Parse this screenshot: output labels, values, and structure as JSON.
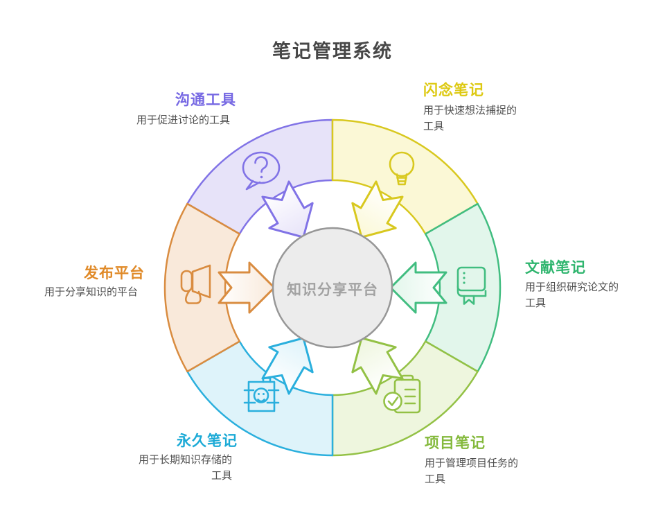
{
  "title": "笔记管理系统",
  "center": {
    "label": "知识分享平台",
    "fill": "#ececec",
    "stroke": "#979797",
    "text_color": "#a2a2a2"
  },
  "segments": [
    {
      "id": "communication",
      "label": "沟通工具",
      "description": "用于促进讨论的工具",
      "icon": "speech-bubble-question-icon",
      "label_color": "#7668e3",
      "stroke": "#8173e6",
      "fill": "#e7e3f9"
    },
    {
      "id": "fleeting",
      "label": "闪念笔记",
      "description": "用于快速想法捕捉的\n工具",
      "icon": "lightbulb-icon",
      "label_color": "#ddc912",
      "stroke": "#d8c81f",
      "fill": "#fbf8d6"
    },
    {
      "id": "literature",
      "label": "文献笔记",
      "description": "用于组织研究论文的\n工具",
      "icon": "book-icon",
      "label_color": "#2fb56e",
      "stroke": "#41bd80",
      "fill": "#e2f6eb"
    },
    {
      "id": "project",
      "label": "项目笔记",
      "description": "用于管理项目任务的\n工具",
      "icon": "clipboard-check-icon",
      "label_color": "#84b93c",
      "stroke": "#93c145",
      "fill": "#eef6de"
    },
    {
      "id": "permanent",
      "label": "永久笔记",
      "description": "用于长期知识存储的\n工具",
      "icon": "knowledge-barrel-icon",
      "label_color": "#1caad6",
      "stroke": "#2aafdd",
      "fill": "#def3fa"
    },
    {
      "id": "publishing",
      "label": "发布平台",
      "description": "用于分享知识的平台",
      "icon": "megaphone-icon",
      "label_color": "#e08a28",
      "stroke": "#d98c40",
      "fill": "#f9e9da"
    }
  ]
}
